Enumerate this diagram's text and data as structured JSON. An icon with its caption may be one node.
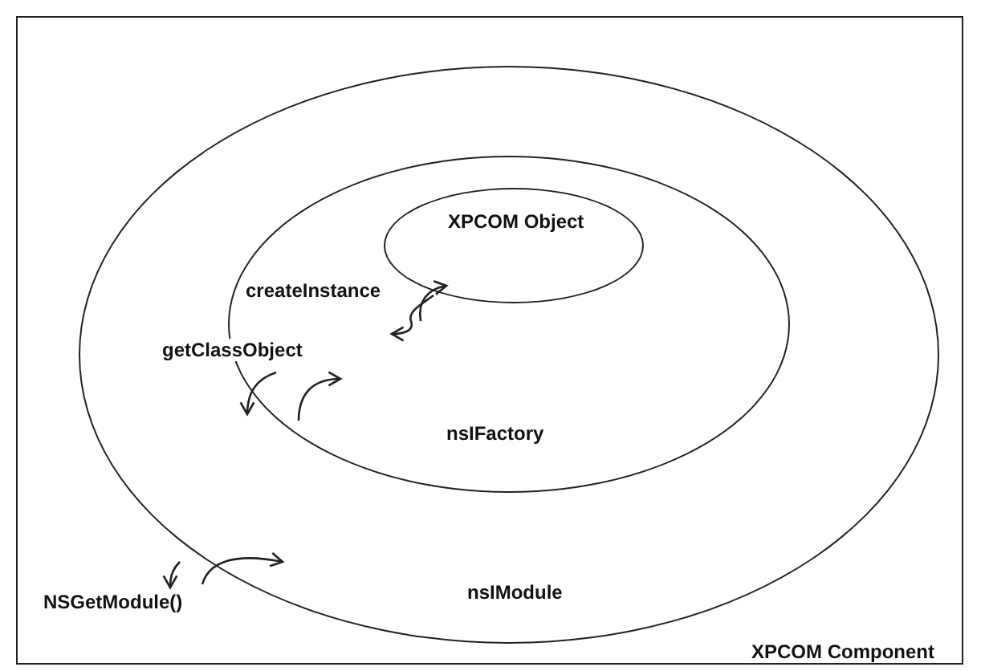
{
  "diagram": {
    "nodes": [
      {
        "text": [
          "XPCOM Component"
        ]
      },
      {
        "text": [
          "nsIModule"
        ],
        "in": 0
      },
      {
        "text": [
          "nsIFactory"
        ],
        "in": 1
      },
      {
        "text": [
          "XPCOM Object"
        ],
        "in": 2
      }
    ],
    "labels": [
      "createInstance",
      "getClassObject",
      "NSGetModule()"
    ]
  }
}
